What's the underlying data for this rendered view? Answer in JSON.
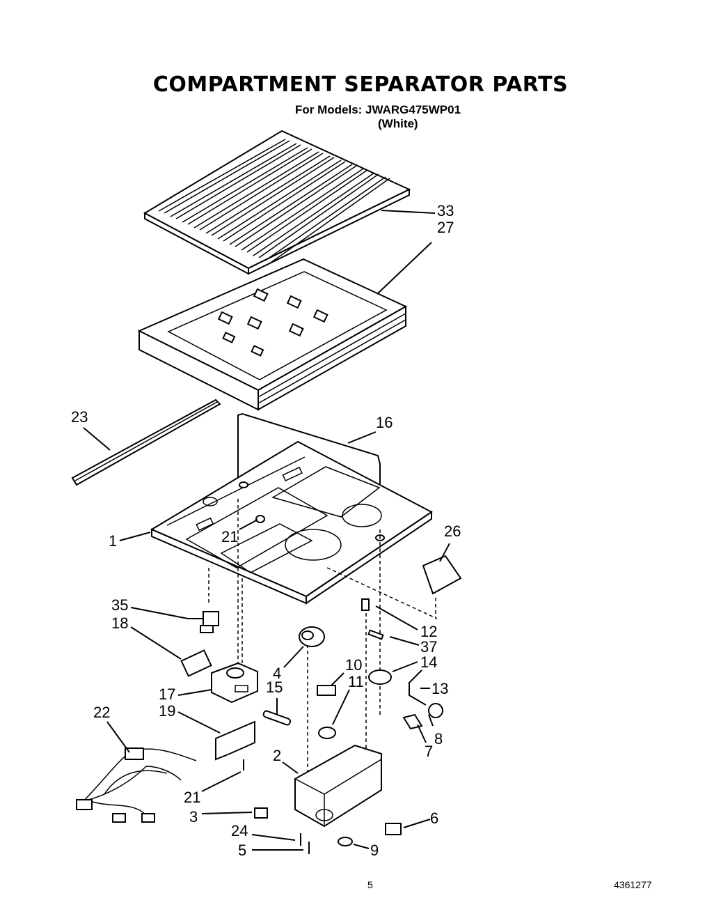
{
  "title": "COMPARTMENT SEPARATOR PARTS",
  "subtitle_models": "For Models: JWARG475WP01",
  "subtitle_color": "(White)",
  "page_number": "5",
  "document_number": "4361277",
  "callouts": {
    "c33": "33",
    "c27": "27",
    "c23": "23",
    "c16": "16",
    "c1": "1",
    "c21a": "21",
    "c26": "26",
    "c35": "35",
    "c18": "18",
    "c12": "12",
    "c37": "37",
    "c4": "4",
    "c10": "10",
    "c14": "14",
    "c11": "11",
    "c13": "13",
    "c17": "17",
    "c15": "15",
    "c19": "19",
    "c22": "22",
    "c8": "8",
    "c7": "7",
    "c2": "2",
    "c21b": "21",
    "c3": "3",
    "c6": "6",
    "c24": "24",
    "c5": "5",
    "c9": "9"
  }
}
